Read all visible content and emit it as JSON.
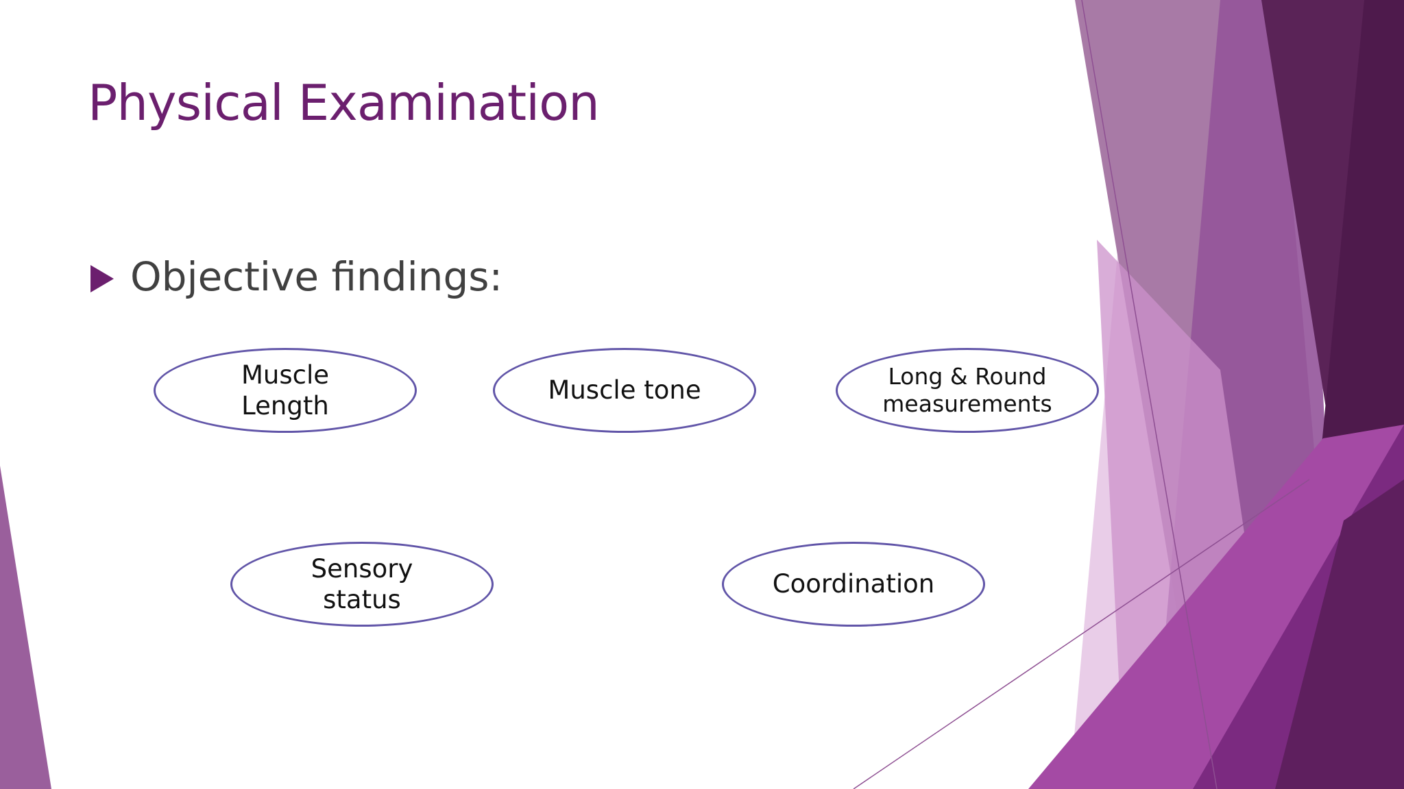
{
  "slide": {
    "title": "Physical Examination",
    "bullet": "Objective findings:",
    "findings": [
      {
        "lines": [
          "Muscle",
          "Length"
        ]
      },
      {
        "lines": [
          "Muscle tone"
        ]
      },
      {
        "lines": [
          "Long & Round",
          "measurements"
        ]
      },
      {
        "lines": [
          "Sensory",
          "status"
        ]
      },
      {
        "lines": [
          "Coordination"
        ]
      }
    ]
  },
  "colors": {
    "title": "#6b1f6e",
    "text": "#404040",
    "oval_border": "#6155a8",
    "accent_dark": "#4e1a4c",
    "accent_mid": "#a04ba0",
    "accent_light": "#d7a8d6"
  }
}
